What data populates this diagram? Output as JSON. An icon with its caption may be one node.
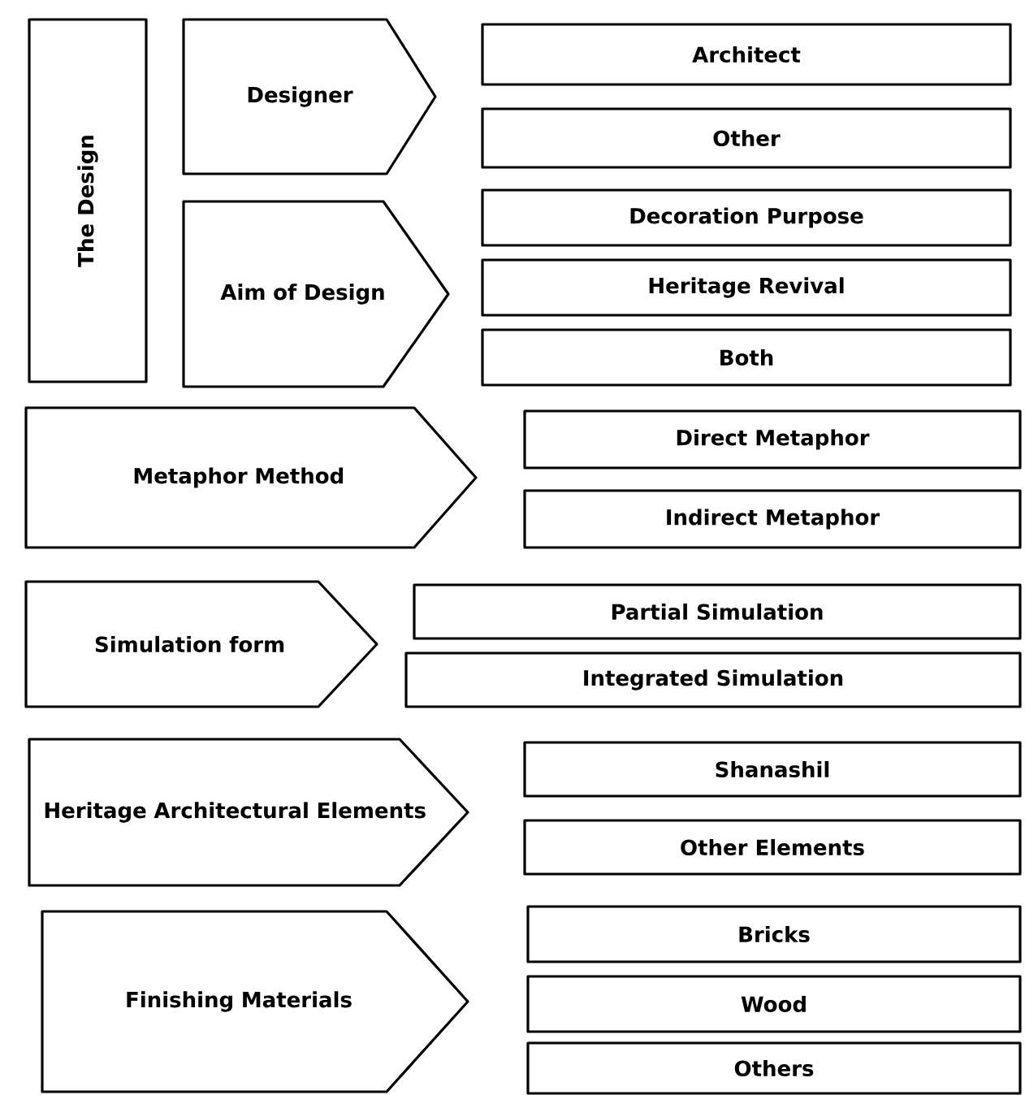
{
  "diagram": {
    "nodes": [
      {
        "text": [
          "The Design"
        ]
      },
      {
        "text": [
          "Designer"
        ]
      },
      {
        "text": [
          "Architect"
        ]
      },
      {
        "text": [
          "Other"
        ]
      },
      {
        "text": [
          "Aim of Design"
        ]
      },
      {
        "text": [
          "Decoration Purpose"
        ]
      },
      {
        "text": [
          "Heritage Revival"
        ]
      },
      {
        "text": [
          "Both"
        ]
      },
      {
        "text": [
          "Metaphor Method"
        ]
      },
      {
        "text": [
          "Direct Metaphor"
        ]
      },
      {
        "text": [
          "Indirect Metaphor"
        ]
      },
      {
        "text": [
          "Simulation form"
        ]
      },
      {
        "text": [
          "Partial Simulation"
        ]
      },
      {
        "text": [
          "Integrated Simulation"
        ]
      },
      {
        "text": [
          "Heritage Architectural Elements"
        ]
      },
      {
        "text": [
          "Shanashil"
        ]
      },
      {
        "text": [
          "Other Elements"
        ]
      },
      {
        "text": [
          "Finishing Materials"
        ]
      },
      {
        "text": [
          "Bricks"
        ]
      },
      {
        "text": [
          "Wood"
        ]
      },
      {
        "text": [
          "Others"
        ]
      }
    ]
  }
}
